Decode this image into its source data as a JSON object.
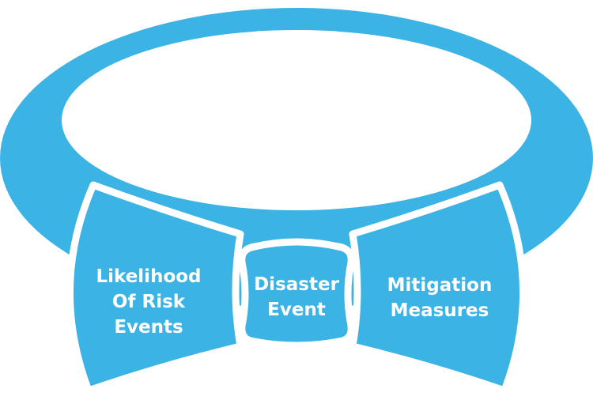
{
  "colors": {
    "primary": "#3BB3E5",
    "background": "#FFFFFF"
  },
  "diagram": {
    "left_wing": {
      "lines": [
        "Likelihood",
        "Of Risk",
        "Events"
      ]
    },
    "knot": {
      "lines": [
        "Disaster",
        "Event"
      ]
    },
    "right_wing": {
      "lines": [
        "Mitigation",
        "Measures"
      ]
    }
  }
}
